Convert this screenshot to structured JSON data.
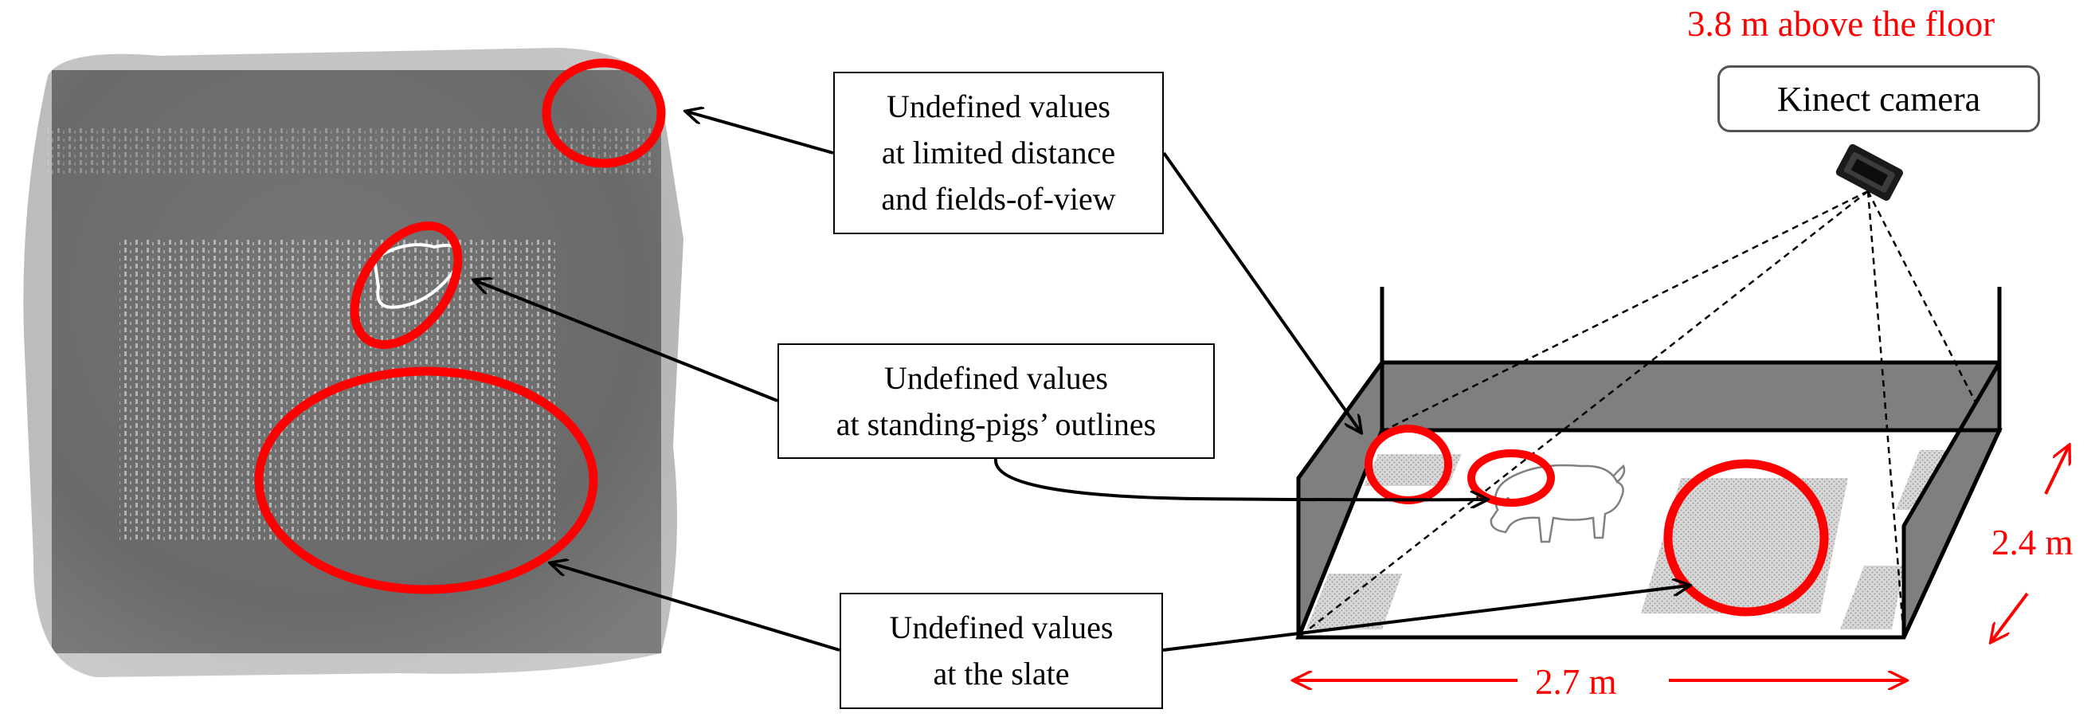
{
  "callouts": {
    "distance": [
      "Undefined values",
      "at limited distance",
      "and fields-of-view"
    ],
    "outlines": [
      "Undefined values",
      "at standing-pigs’ outlines"
    ],
    "slate": [
      "Undefined values",
      "at the slate"
    ]
  },
  "camera": {
    "label": "Kinect camera",
    "height": "3.8 m above the floor"
  },
  "dimensions": {
    "width": "2.7 m",
    "depth": "2.4 m"
  },
  "colors": {
    "highlight": "#ff0000",
    "pen_wall": "#7f7f7f",
    "depth_image": "#6e6e6e"
  },
  "icons": [
    "kinect-camera-icon",
    "pig-icon"
  ]
}
